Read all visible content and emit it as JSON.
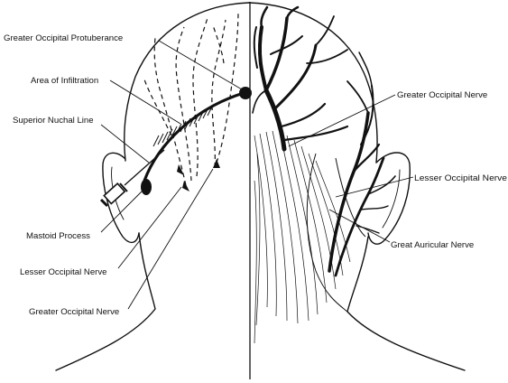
{
  "labels": {
    "greater_occipital_protuberance": "Greater Occipital Protuberance",
    "area_of_infiltration": "Area of Infiltration",
    "superior_nuchal_line": "Superior Nuchal Line",
    "mastoid_process": "Mastoid Process",
    "lesser_occipital_nerve_left": "Lesser Occipital Nerve",
    "greater_occipital_nerve_left": "Greater Occipital Nerve",
    "greater_occipital_nerve_right": "Greater Occipital Nerve",
    "lesser_occipital_nerve_right": "Lesser Occipital Nerve",
    "great_auricular_nerve": "Great Auricular Nerve"
  },
  "colors": {
    "ink": "#111111",
    "background": "#ffffff"
  }
}
